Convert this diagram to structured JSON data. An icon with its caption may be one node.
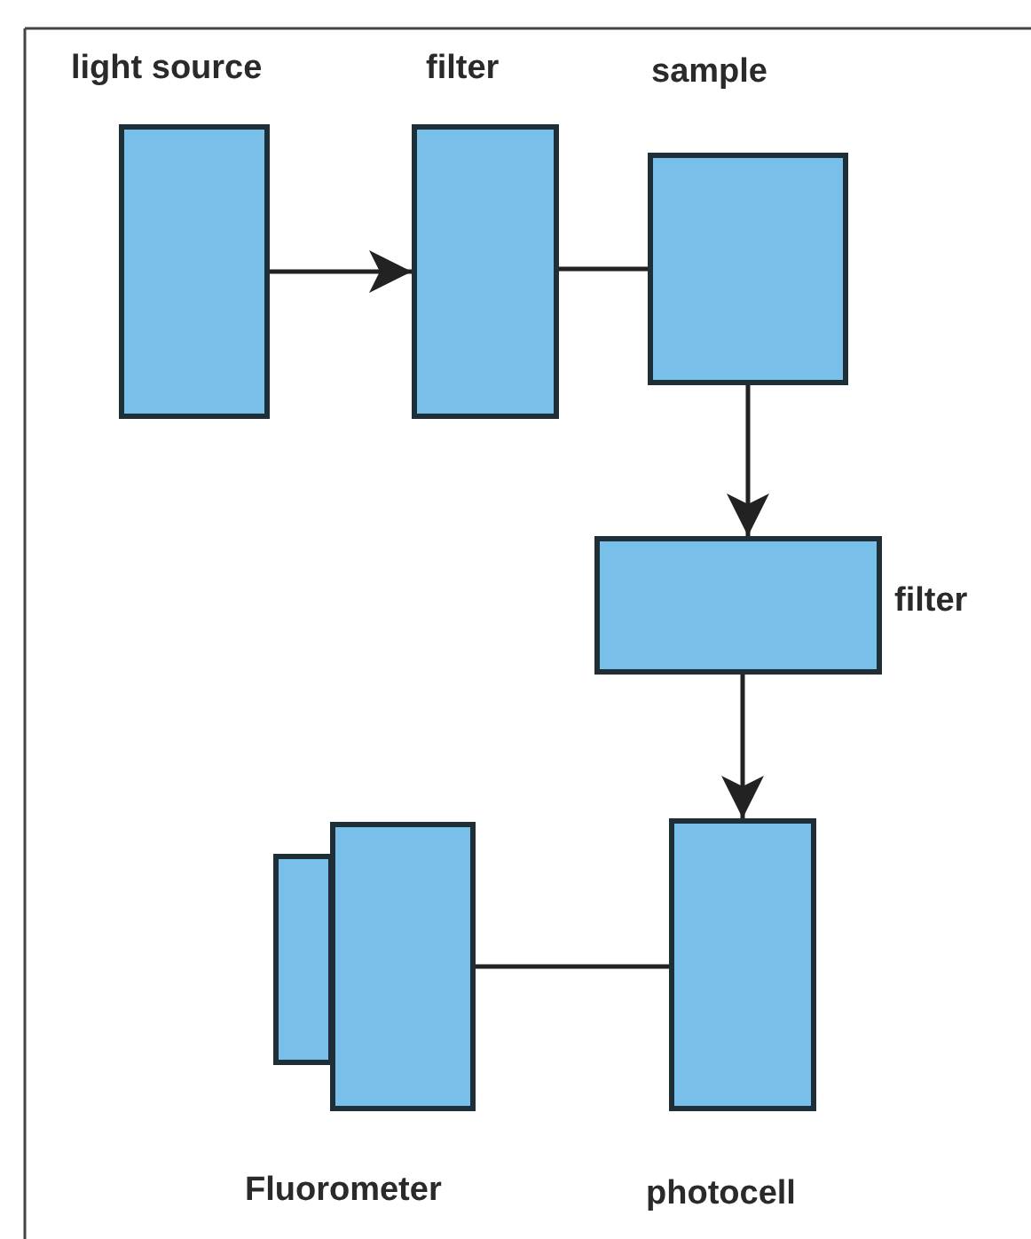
{
  "diagram": {
    "nodes": [
      {
        "text": [
          "light source"
        ]
      },
      {
        "text": [
          "filter"
        ]
      },
      {
        "text": [
          "sample"
        ]
      },
      {
        "text": [
          "filter"
        ]
      },
      {
        "text": [
          "photocell"
        ]
      },
      {
        "text": [
          "Fluorometer"
        ]
      },
      {
        "text": [],
        "shape": "box"
      }
    ],
    "edges": [
      {
        "from": 0,
        "to": 1,
        "arrow": "to"
      },
      {
        "from": 1,
        "to": 2,
        "arrow": "none"
      },
      {
        "from": 2,
        "to": 3,
        "arrow": "to"
      },
      {
        "from": 3,
        "to": 4,
        "arrow": "to"
      },
      {
        "from": 5,
        "to": 4,
        "arrow": "none"
      }
    ]
  }
}
